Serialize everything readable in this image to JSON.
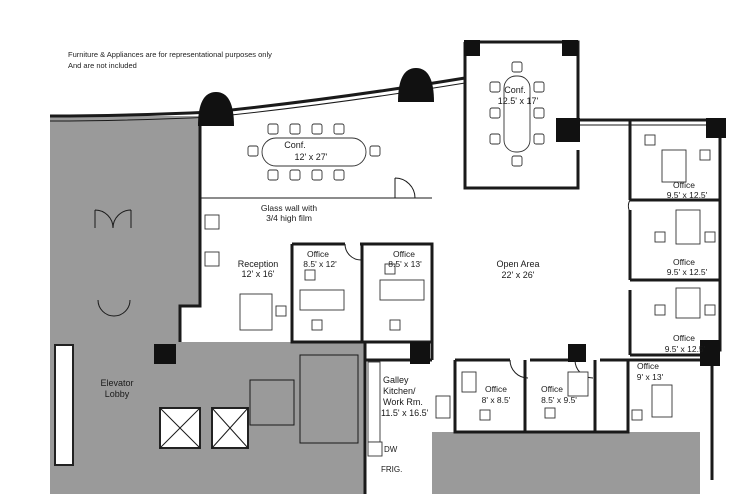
{
  "note": {
    "line1": "Furniture & Appliances are for representational purposes only",
    "line2": "And are not included"
  },
  "rooms": {
    "conf_large": {
      "name": "Conf.",
      "size": "12' x 27'"
    },
    "conf_small": {
      "name": "Conf.",
      "size": "12.5' x 17'"
    },
    "glass_wall": {
      "line1": "Glass wall with",
      "line2": "3/4 high film"
    },
    "reception": {
      "name": "Reception",
      "size": "12' x 16'"
    },
    "office_a": {
      "name": "Office",
      "size": "8.5' x 12'"
    },
    "office_b": {
      "name": "Office",
      "size": "8.5' x 13'"
    },
    "open_area": {
      "name": "Open Area",
      "size": "22' x 26'"
    },
    "office_right1": {
      "name": "Office",
      "size": "9.5' x 12.5'"
    },
    "office_right2": {
      "name": "Office",
      "size": "9.5' x 12.5'"
    },
    "office_right3": {
      "name": "Office",
      "size": "9.5' x 12.5'"
    },
    "office_corner": {
      "name": "Office",
      "size": "9' x 13'"
    },
    "office_small1": {
      "name": "Office",
      "size": "8' x 8.5'"
    },
    "office_small2": {
      "name": "Office",
      "size": "8.5' x 9.5'"
    },
    "galley": {
      "line1": "Galley",
      "line2": "Kitchen/",
      "line3": "Work Rm.",
      "size": "11.5' x 16.5'"
    },
    "elevator": {
      "line1": "Elevator",
      "line2": "Lobby"
    }
  },
  "appliances": {
    "dw": "DW",
    "frig": "FRIG."
  },
  "colors": {
    "shade": "#9a9a9a",
    "wall": "#1a1a1a",
    "background": "#ffffff"
  }
}
